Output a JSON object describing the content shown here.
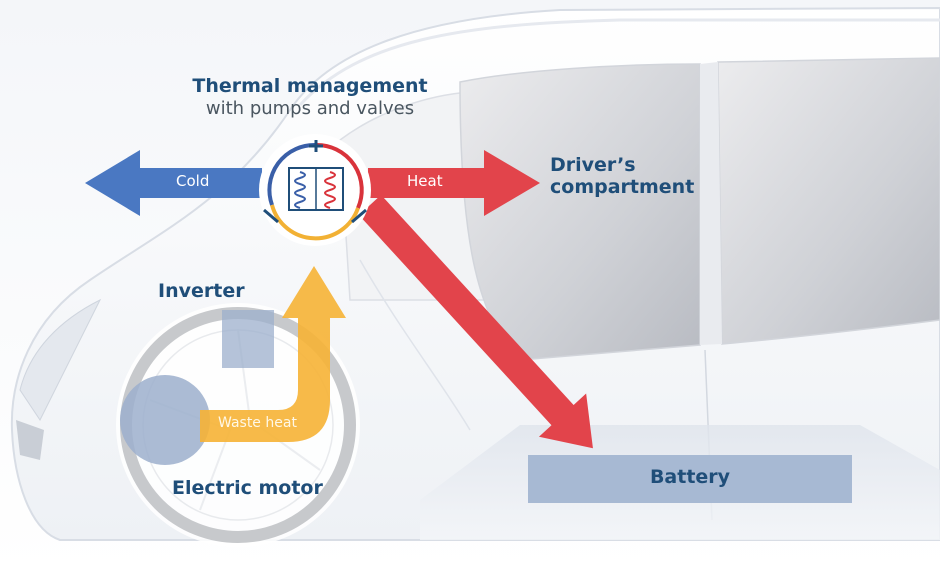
{
  "colors": {
    "text_dark_blue": "#1f4e79",
    "text_grey": "#4a5660",
    "cold_blue": "#4a78c2",
    "heat_red": "#e2444b",
    "waste_yellow": "#f6b335",
    "battery_blue": "#a7b9d3",
    "inverter_blue": "#9cafcc",
    "motor_blue": "#9cafcc"
  },
  "thermal": {
    "title": "Thermal management",
    "subtitle": "with pumps and valves",
    "icon": "heat-exchanger-icon"
  },
  "flows": {
    "cold": "Cold",
    "heat": "Heat",
    "waste_heat": "Waste heat"
  },
  "components": {
    "drivers_compartment": "Driver’s\ncompartment",
    "inverter": "Inverter",
    "electric_motor": "Electric motor",
    "battery": "Battery"
  }
}
